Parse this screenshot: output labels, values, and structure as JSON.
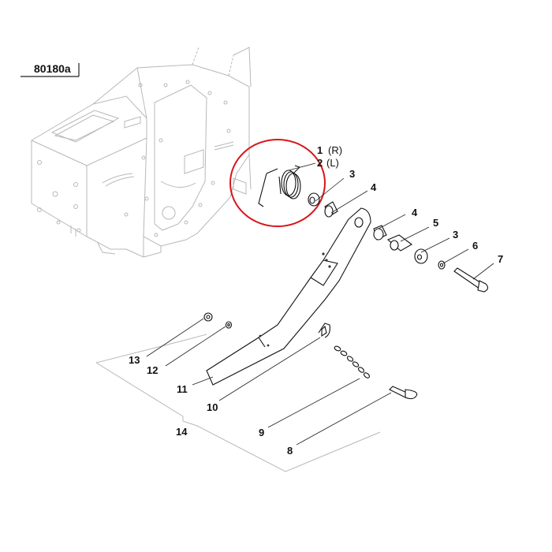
{
  "reference_code": "80180a",
  "colors": {
    "callout_circle": "#d8151b",
    "part_lines": "#111111",
    "background_lines": "#b8b8b8"
  },
  "labels": [
    {
      "id": "1",
      "num": "1",
      "suffix": "(R)"
    },
    {
      "id": "2",
      "num": "2",
      "suffix": "(L)"
    },
    {
      "id": "3a",
      "num": "3",
      "suffix": ""
    },
    {
      "id": "4a",
      "num": "4",
      "suffix": ""
    },
    {
      "id": "4b",
      "num": "4",
      "suffix": ""
    },
    {
      "id": "5",
      "num": "5",
      "suffix": ""
    },
    {
      "id": "3b",
      "num": "3",
      "suffix": ""
    },
    {
      "id": "6",
      "num": "6",
      "suffix": ""
    },
    {
      "id": "7",
      "num": "7",
      "suffix": ""
    },
    {
      "id": "13",
      "num": "13",
      "suffix": ""
    },
    {
      "id": "12",
      "num": "12",
      "suffix": ""
    },
    {
      "id": "11",
      "num": "11",
      "suffix": ""
    },
    {
      "id": "10",
      "num": "10",
      "suffix": ""
    },
    {
      "id": "14",
      "num": "14",
      "suffix": ""
    },
    {
      "id": "9",
      "num": "9",
      "suffix": ""
    },
    {
      "id": "8",
      "num": "8",
      "suffix": ""
    }
  ]
}
